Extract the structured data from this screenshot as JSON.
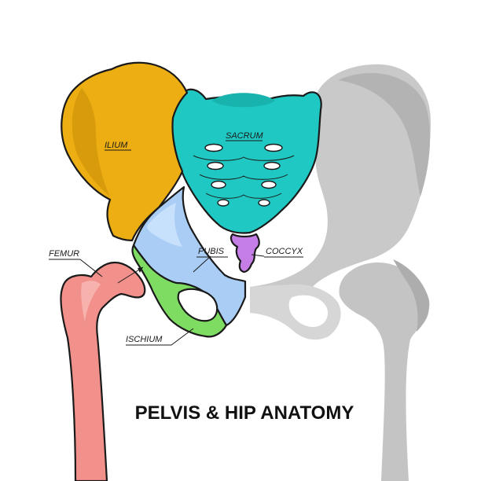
{
  "title": "PELVIS & HIP ANATOMY",
  "labels": {
    "ilium": "ILIUM",
    "sacrum": "SACRUM",
    "pubis": "PUBIS",
    "coccyx": "COCCYX",
    "femur": "FEMUR",
    "ischium": "ISCHIUM"
  },
  "colors": {
    "ilium": "#ecae12",
    "sacrum": "#1fc8c2",
    "pubis": "#a9cdf5",
    "coccyx": "#c47ee6",
    "ischium": "#7fdc63",
    "femur": "#f2908c",
    "gray_bone": "#c4c4c4",
    "outline": "#1a1a1a"
  }
}
